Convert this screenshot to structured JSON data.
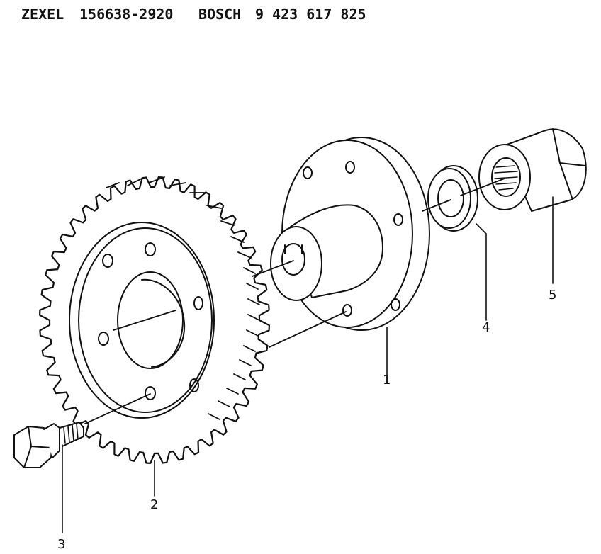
{
  "header": {
    "brand1": "ZEXEL",
    "part1": "156638-2920",
    "brand2": "BOSCH",
    "part2": "9 423 617 825"
  },
  "callouts": {
    "c1": "1",
    "c2": "2",
    "c3": "3",
    "c4": "4",
    "c5": "5"
  },
  "colors": {
    "ink": "#111111",
    "paper": "#ffffff"
  }
}
